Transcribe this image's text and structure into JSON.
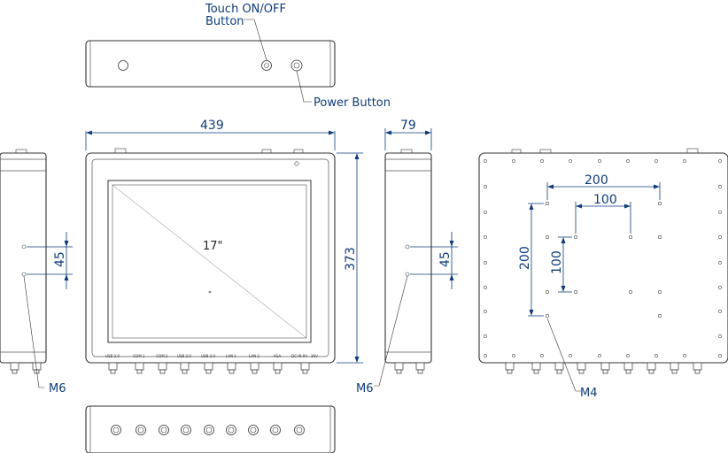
{
  "callouts": {
    "touch_button_line1": "Touch ON/OFF",
    "touch_button_line2": "Button",
    "power_button": "Power Button",
    "m6_left": "M6",
    "m6_right": "M6",
    "m4": "M4"
  },
  "dimensions": {
    "width": "439",
    "height": "373",
    "depth": "79",
    "side_hole_spacing_left": "45",
    "side_hole_spacing_right": "45",
    "vesa_outer_h": "200",
    "vesa_inner_h": "100",
    "vesa_outer_v": "200",
    "vesa_inner_v": "100"
  },
  "screen": {
    "size": "17\""
  },
  "ports": [
    {
      "label": "USB 2.0"
    },
    {
      "label": "COM 1"
    },
    {
      "label": "COM 2"
    },
    {
      "label": "USB 3.0"
    },
    {
      "label": "USB 3.0"
    },
    {
      "label": "LAN 1"
    },
    {
      "label": "LAN 2"
    },
    {
      "label": "VGA"
    },
    {
      "label": "DC IN 9V - 36V"
    }
  ]
}
